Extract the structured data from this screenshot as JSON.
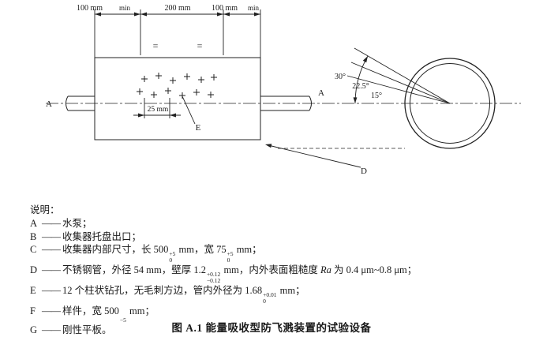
{
  "diagram": {
    "dim_top": {
      "left_value": "100 mm",
      "left_min": "min",
      "mid_value": "200 mm",
      "right_value": "100 mm",
      "right_min": "min"
    },
    "dim_holes": "25 mm",
    "equal_marks": [
      "=",
      "="
    ],
    "labels": {
      "pump_left": "A",
      "holes": "E",
      "angle_ref": "A",
      "tube": "D"
    },
    "angles": {
      "a30": "30°",
      "a225": "22.5°",
      "a15": "15°"
    }
  },
  "legend": {
    "title": "说明：",
    "dash": "——",
    "items": [
      {
        "key": "A",
        "segments": [
          {
            "t": "水泵；"
          }
        ]
      },
      {
        "key": "B",
        "segments": [
          {
            "t": "收集器托盘出口；"
          }
        ]
      },
      {
        "key": "C",
        "segments": [
          {
            "t": "收集器内部尺寸，长 500"
          },
          {
            "sup": "+5",
            "sub": "0"
          },
          {
            "t": " mm，宽 75"
          },
          {
            "sup": "+5",
            "sub": "0"
          },
          {
            "t": " mm；"
          }
        ]
      },
      {
        "key": "D",
        "segments": [
          {
            "t": "不锈钢管，外径 54 mm，壁厚 1.2"
          },
          {
            "sup": "+0.12",
            "sub": "−0.12"
          },
          {
            "t": " mm，内外表面粗糙度 "
          },
          {
            "i": "Ra"
          },
          {
            "t": " 为 0.4 μm~0.8 μm；"
          }
        ]
      },
      {
        "key": "E",
        "segments": [
          {
            "t": "12 个柱状钻孔，无毛刺方边，管内外径为 1.68"
          },
          {
            "sup": "+0.01",
            "sub": "0"
          },
          {
            "t": " mm；"
          }
        ]
      },
      {
        "key": "F",
        "segments": [
          {
            "t": "样件，宽 500"
          },
          {
            "sup": "",
            "sub": "−5"
          },
          {
            "t": " mm；"
          }
        ]
      },
      {
        "key": "G",
        "segments": [
          {
            "t": "刚性平板。"
          }
        ]
      }
    ]
  },
  "caption": "图 A.1  能量吸收型防飞溅装置的试验设备"
}
